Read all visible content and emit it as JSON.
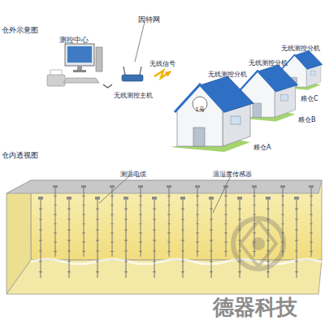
{
  "diagram": {
    "nodes": [
      {
        "text": [
          "测控中心"
        ]
      },
      {
        "text": [
          "无线测控主机"
        ]
      },
      {
        "text": [
          "无线测控分机",
          "1号",
          "粮仓A"
        ]
      },
      {
        "text": [
          "无线测控分机",
          "粮仓B"
        ]
      },
      {
        "text": [
          "无线测控分机",
          "粮仓C"
        ]
      }
    ],
    "edges": [
      {
        "from": 0,
        "to": 1,
        "arrow": "none"
      },
      {
        "from": 1,
        "to": 2,
        "label": "无线信号",
        "arrow": "to"
      }
    ],
    "labels": [
      "仓外示意图",
      "因特网",
      "仓内透视图",
      "测温电缆",
      "温湿度传感器",
      "德器科技"
    ]
  }
}
